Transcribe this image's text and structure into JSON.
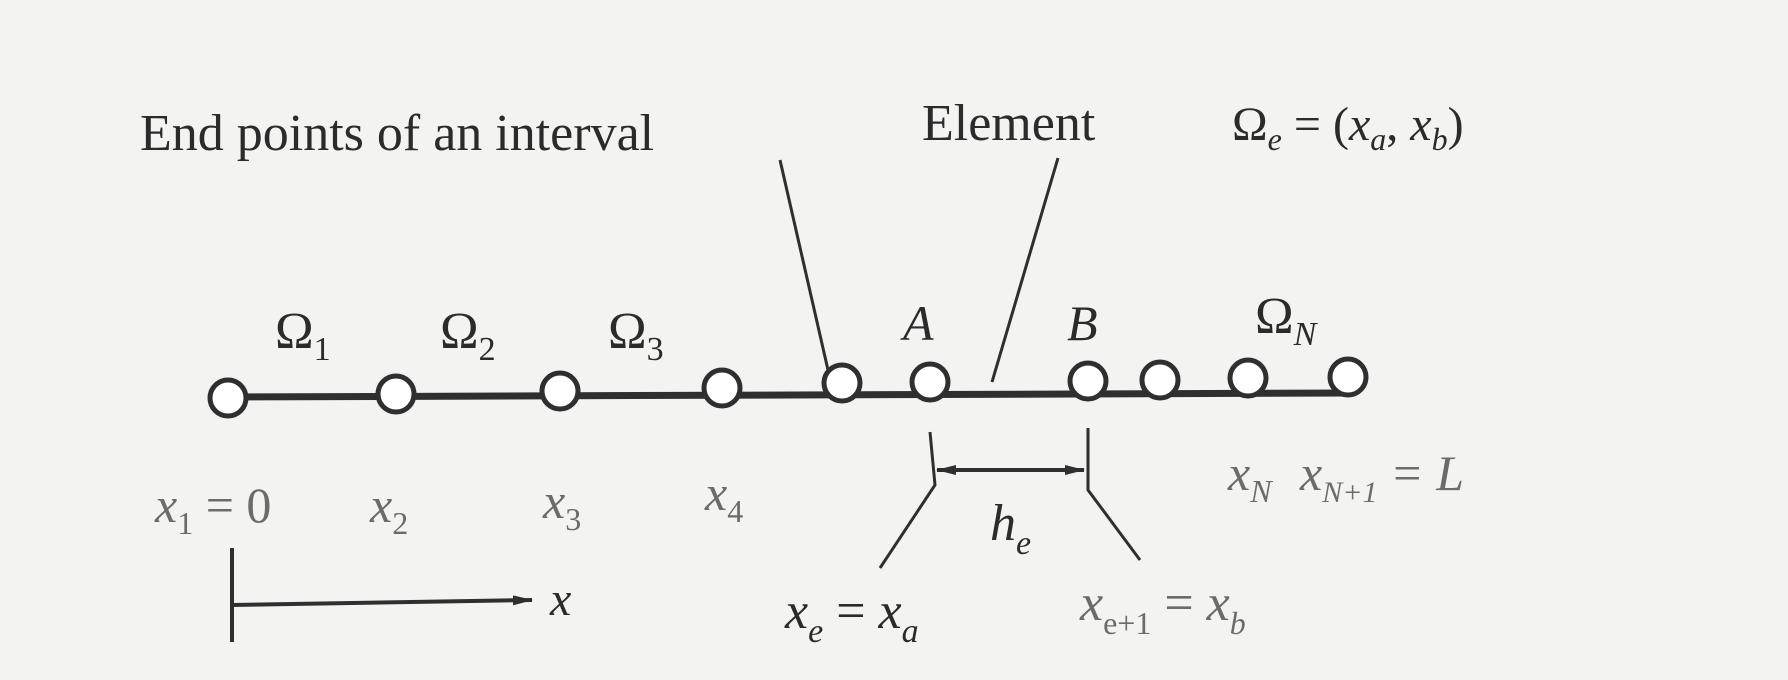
{
  "labels": {
    "end_points": "End points of an interval",
    "element": "Element",
    "omega_e_def": {
      "base": "Ω",
      "sub": "e",
      "eq": " = (",
      "xa_base": "x",
      "xa_sub": "a",
      "comma": ", ",
      "xb_base": "x",
      "xb_sub": "b",
      "close": ")"
    }
  },
  "subdomains": [
    {
      "base": "Ω",
      "sub": "1"
    },
    {
      "base": "Ω",
      "sub": "2"
    },
    {
      "base": "Ω",
      "sub": "3"
    },
    {
      "base": "Ω",
      "sub": "N"
    }
  ],
  "node_labels": {
    "x1": {
      "base": "x",
      "sub": "1",
      "suffix": " = 0"
    },
    "x2": {
      "base": "x",
      "sub": "2"
    },
    "x3": {
      "base": "x",
      "sub": "3"
    },
    "x4": {
      "base": "x",
      "sub": "4"
    },
    "xN": {
      "base": "x",
      "sub": "N"
    },
    "xN1": {
      "base": "x",
      "sub": "N+1",
      "suffix": " = L"
    }
  },
  "points": {
    "A": "A",
    "B": "B"
  },
  "element_size": {
    "base": "h",
    "sub": "e"
  },
  "xe_eq": {
    "base": "x",
    "sub": "e",
    "eq": " = ",
    "rhs_base": "x",
    "rhs_sub": "a"
  },
  "xe1_eq": {
    "base": "x",
    "sub": "e+1",
    "eq": " = ",
    "rhs_base": "x",
    "rhs_sub": "b"
  },
  "axis_label": "x",
  "colors": {
    "line": "#2f2f2f",
    "node_fill": "#ffffff",
    "text": "#2b2b2b",
    "faint_text": "#6b6b6b"
  }
}
